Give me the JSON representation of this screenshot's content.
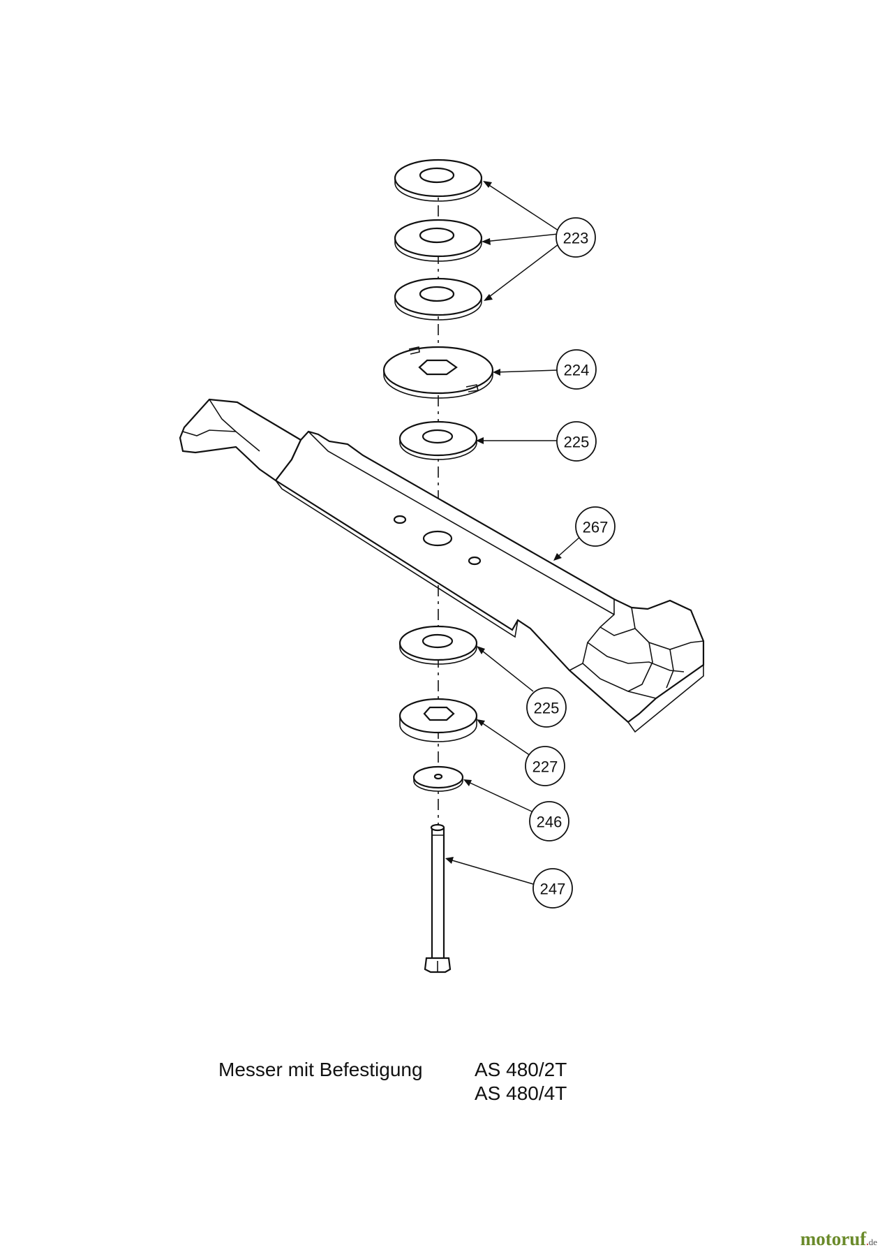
{
  "caption": {
    "description": "Messer mit Befestigung",
    "models": [
      "AS 480/2T",
      "AS 480/4T"
    ]
  },
  "callouts": [
    {
      "number": "223",
      "part": "washer"
    },
    {
      "number": "224",
      "part": "slotted-disc"
    },
    {
      "number": "225",
      "part": "washer-upper"
    },
    {
      "number": "267",
      "part": "blade"
    },
    {
      "number": "225",
      "part": "washer-lower"
    },
    {
      "number": "227",
      "part": "hub-washer"
    },
    {
      "number": "246",
      "part": "small-washer"
    },
    {
      "number": "247",
      "part": "bolt"
    }
  ],
  "watermark": {
    "main": "motoruf",
    "tld": "de"
  },
  "colors": {
    "line": "#111111",
    "background": "#ffffff",
    "watermark_green": "#6a8a2a",
    "watermark_red": "#c0392b"
  }
}
